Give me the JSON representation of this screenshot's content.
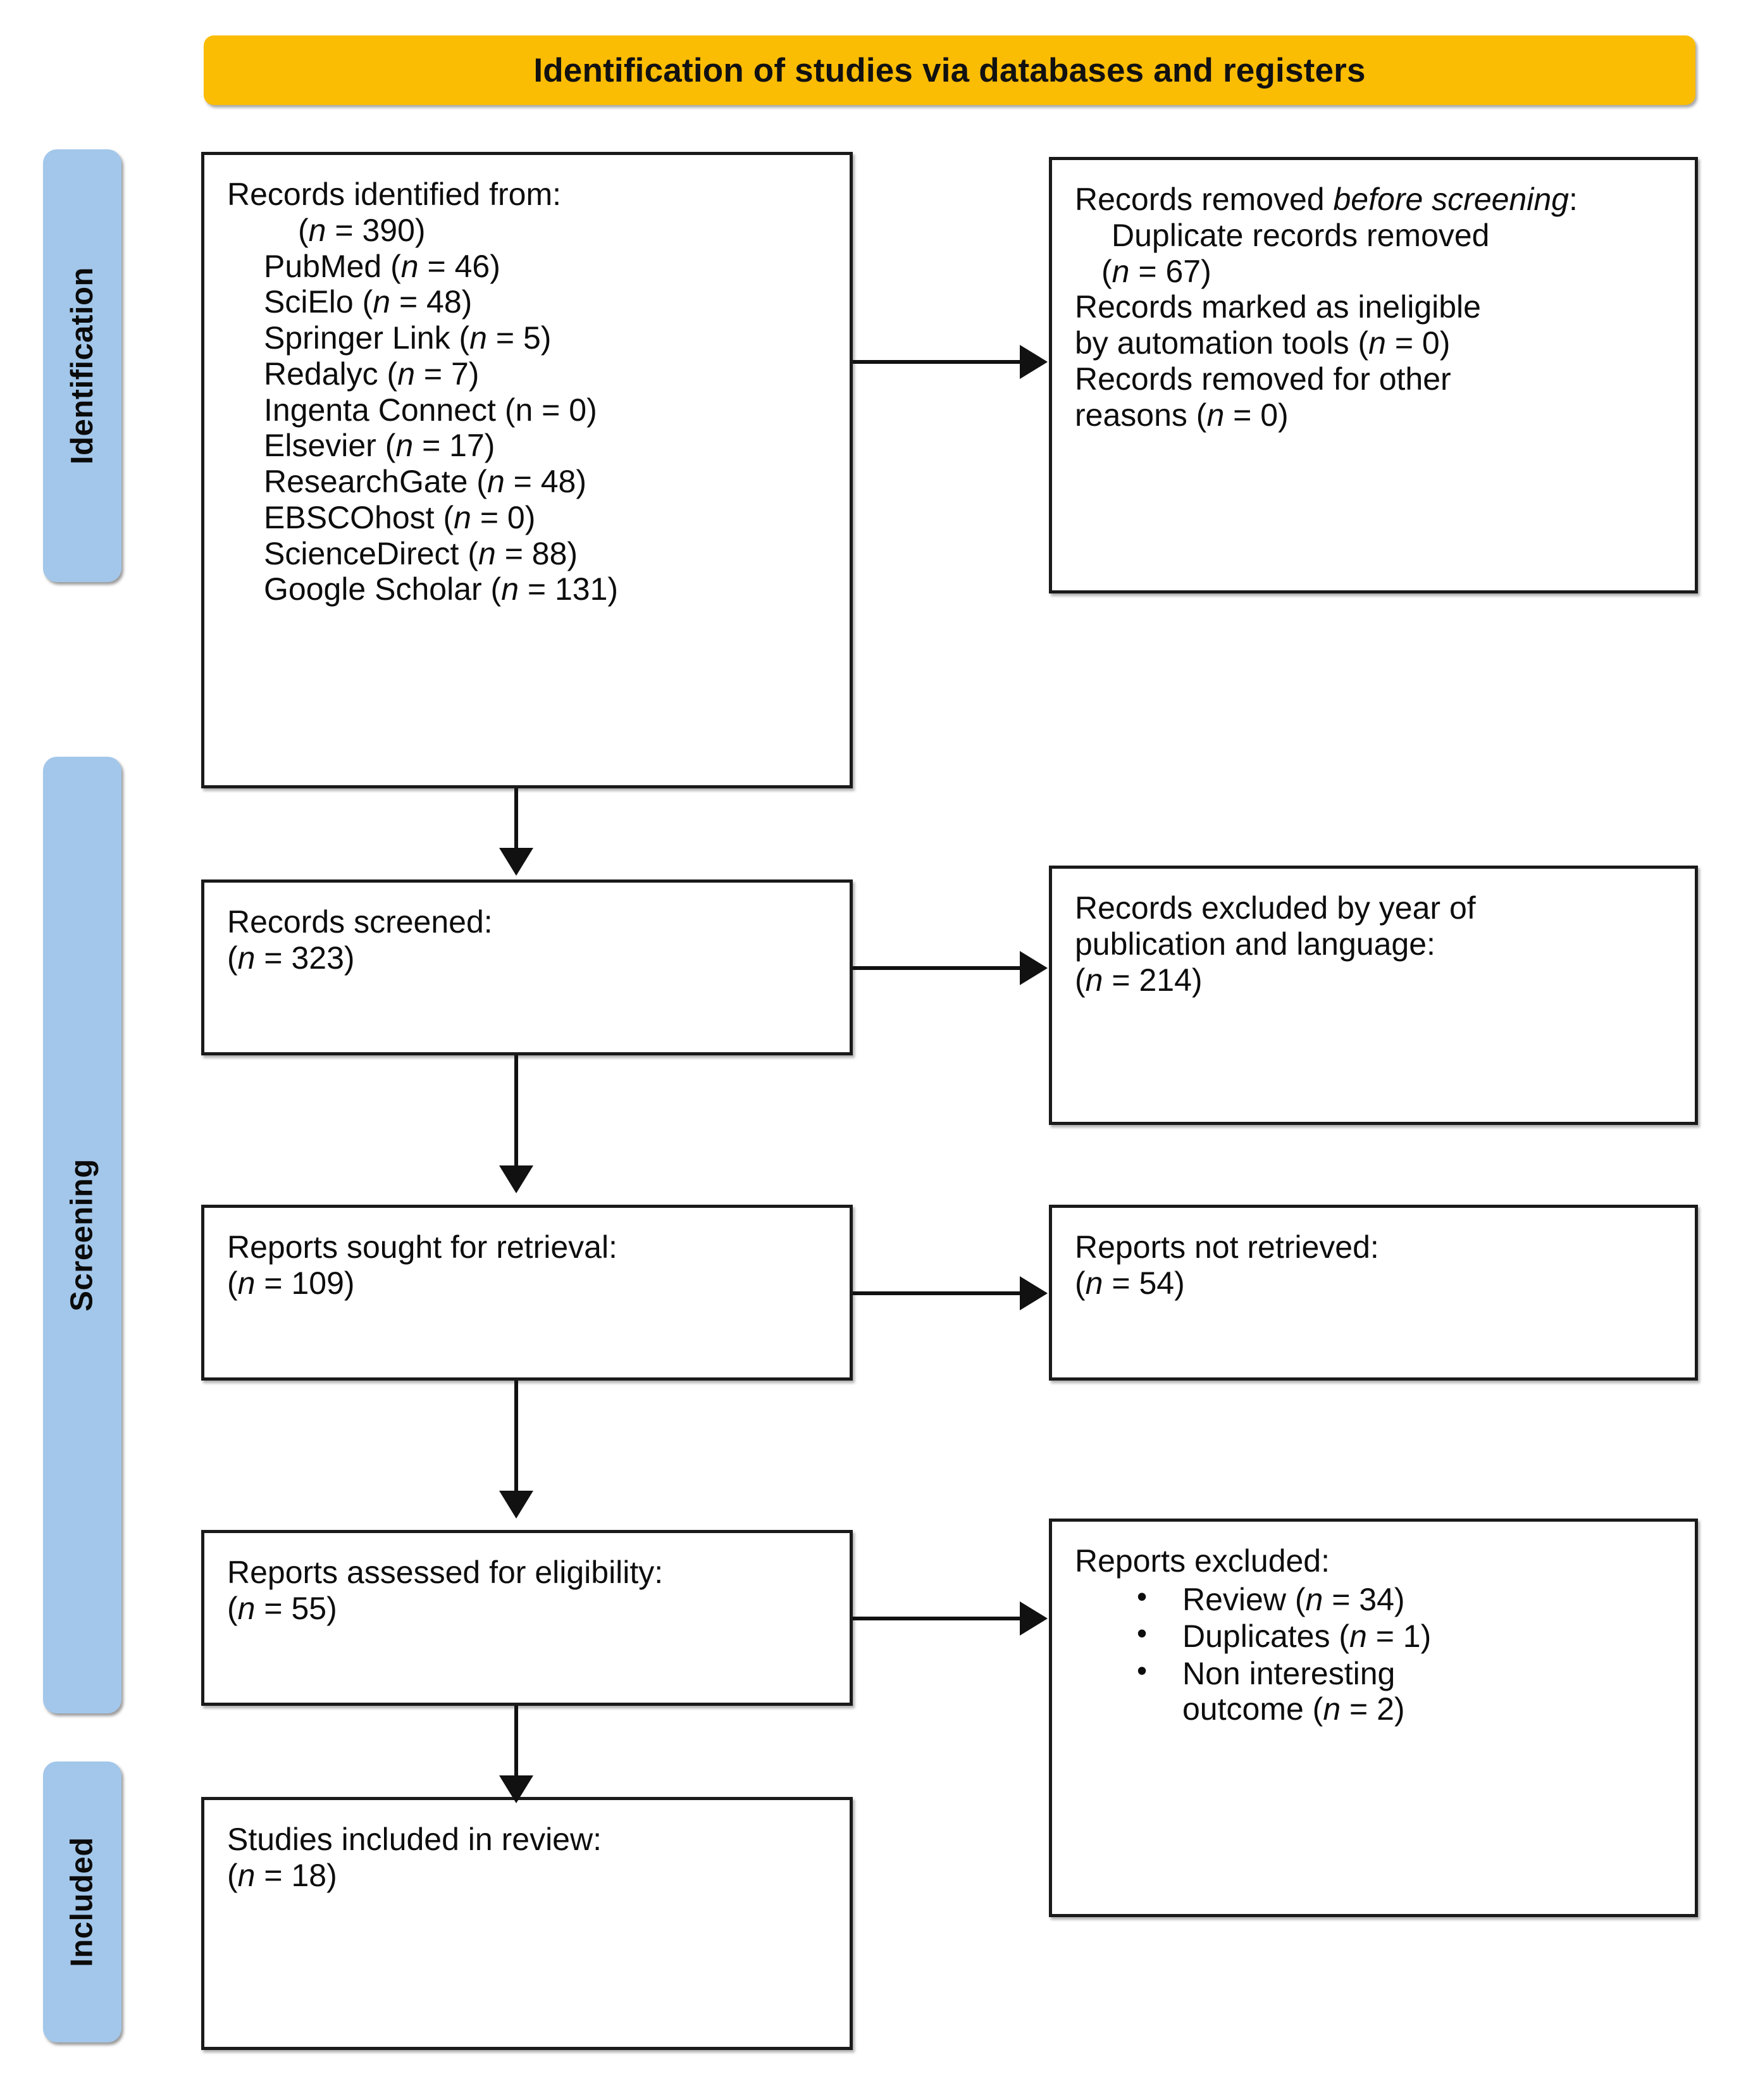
{
  "banner": {
    "title": "Identification of studies via databases and registers"
  },
  "rails": [
    {
      "id": "identification",
      "label": "Identification"
    },
    {
      "id": "screening",
      "label": "Screening"
    },
    {
      "id": "included",
      "label": "Included"
    }
  ],
  "boxes": {
    "identified": {
      "heading": "Records identified from:",
      "total": "(n = 390)",
      "sources": [
        "PubMed (n = 46)",
        "SciElo (n = 48)",
        "Springer Link (n = 5)",
        "Redalyc (n = 7)",
        "Ingenta Connect (n = 0)",
        "Elsevier (n = 17)",
        "ResearchGate (n = 48)",
        "EBSCOhost (n = 0)",
        "ScienceDirect (n = 88)",
        "Google Scholar (n = 131)"
      ]
    },
    "removed": {
      "heading_part1": "Records removed ",
      "heading_italic": "before screening",
      "heading_part2": ":",
      "items": [
        "Duplicate records removed",
        "(n = 67)",
        "Records marked as ineligible",
        "by automation tools (n = 0)",
        "Records removed for other",
        "reasons (n = 0)"
      ]
    },
    "screened": {
      "heading": "Records screened:",
      "count": "(n = 323)"
    },
    "excluded_year": {
      "heading_line1": "Records excluded by year of",
      "heading_line2": "publication and language:",
      "count": "(n = 214)"
    },
    "sought": {
      "heading": "Reports sought for retrieval:",
      "count": "(n = 109)"
    },
    "not_retrieved": {
      "heading": "Reports not retrieved:",
      "count": "(n = 54)"
    },
    "assessed": {
      "heading": "Reports assessed for eligibility:",
      "count": "(n = 55)"
    },
    "reports_excluded": {
      "heading": "Reports excluded:",
      "reasons": [
        "Review (n = 34)",
        "Duplicates (n = 1)",
        "Non interesting",
        "outcome (n = 2)"
      ]
    },
    "included": {
      "heading": "Studies included in review:",
      "count": "(n = 18)"
    }
  },
  "colors": {
    "banner_gold": "#FBBC04",
    "rail_blue": "#A3C7EA",
    "box_border": "#1a1a1a",
    "connector": "#111111"
  },
  "chart_data": {
    "type": "table",
    "title": "Identification of studies via databases and registers",
    "stages": [
      "Identification",
      "Screening",
      "Included"
    ],
    "flow": [
      {
        "stage": "Identification",
        "node": "Records identified from",
        "n": 390
      },
      {
        "stage": "Identification",
        "node": "PubMed",
        "n": 46
      },
      {
        "stage": "Identification",
        "node": "SciElo",
        "n": 48
      },
      {
        "stage": "Identification",
        "node": "Springer Link",
        "n": 5
      },
      {
        "stage": "Identification",
        "node": "Redalyc",
        "n": 7
      },
      {
        "stage": "Identification",
        "node": "Ingenta Connect",
        "n": 0
      },
      {
        "stage": "Identification",
        "node": "Elsevier",
        "n": 17
      },
      {
        "stage": "Identification",
        "node": "ResearchGate",
        "n": 48
      },
      {
        "stage": "Identification",
        "node": "EBSCOhost",
        "n": 0
      },
      {
        "stage": "Identification",
        "node": "ScienceDirect",
        "n": 88
      },
      {
        "stage": "Identification",
        "node": "Google Scholar",
        "n": 131
      },
      {
        "stage": "Identification",
        "node": "Duplicate records removed",
        "n": 67
      },
      {
        "stage": "Identification",
        "node": "Records marked as ineligible by automation tools",
        "n": 0
      },
      {
        "stage": "Identification",
        "node": "Records removed for other reasons",
        "n": 0
      },
      {
        "stage": "Screening",
        "node": "Records screened",
        "n": 323
      },
      {
        "stage": "Screening",
        "node": "Records excluded by year of publication and language",
        "n": 214
      },
      {
        "stage": "Screening",
        "node": "Reports sought for retrieval",
        "n": 109
      },
      {
        "stage": "Screening",
        "node": "Reports not retrieved",
        "n": 54
      },
      {
        "stage": "Screening",
        "node": "Reports assessed for eligibility",
        "n": 55
      },
      {
        "stage": "Screening",
        "node": "Reports excluded: Review",
        "n": 34
      },
      {
        "stage": "Screening",
        "node": "Reports excluded: Duplicates",
        "n": 1
      },
      {
        "stage": "Screening",
        "node": "Reports excluded: Non interesting outcome",
        "n": 2
      },
      {
        "stage": "Included",
        "node": "Studies included in review",
        "n": 18
      }
    ]
  }
}
